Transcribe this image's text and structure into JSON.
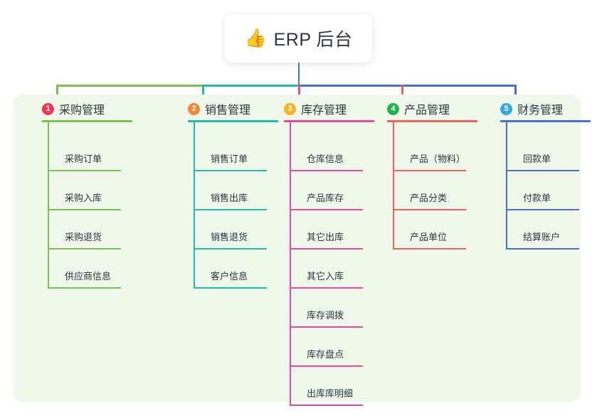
{
  "diagram": {
    "type": "mind-map",
    "root": {
      "icon": "thumbs-up-icon",
      "icon_glyph": "👍",
      "label": "ERP 后台"
    },
    "panel_background": "#eef7e9",
    "columns": [
      {
        "number": "1",
        "title": "采购管理",
        "badge_color": "#f2385a",
        "line_color": "#7cc050",
        "items": [
          "采购订单",
          "采购入库",
          "采购退货",
          "供应商信息"
        ]
      },
      {
        "number": "2",
        "title": "销售管理",
        "badge_color": "#f58634",
        "line_color": "#1fbfa6",
        "items": [
          "销售订单",
          "销售出库",
          "销售退货",
          "客户信息"
        ]
      },
      {
        "number": "3",
        "title": "库存管理",
        "badge_color": "#f5b320",
        "line_color": "#ec4899",
        "items": [
          "仓库信息",
          "产品库存",
          "其它出库",
          "其它入库",
          "库存调拨",
          "库存盘点",
          "出库库明细"
        ]
      },
      {
        "number": "4",
        "title": "产品管理",
        "badge_color": "#22b24c",
        "line_color": "#f4605c",
        "items": [
          "产品（物料）",
          "产品分类",
          "产品单位"
        ]
      },
      {
        "number": "5",
        "title": "财务管理",
        "badge_color": "#35a8e0",
        "line_color": "#4a6fd4",
        "items": [
          "回款单",
          "付款单",
          "结算账户"
        ]
      }
    ],
    "connectors": {
      "root_stem_color": "#4a6fd4",
      "bus_segments": [
        {
          "color": "#7cc050",
          "label": "bus-segment-green"
        },
        {
          "color": "#1fbfa6",
          "label": "bus-segment-teal"
        },
        {
          "color": "#4a6fd4",
          "label": "bus-segment-blue"
        }
      ]
    }
  }
}
